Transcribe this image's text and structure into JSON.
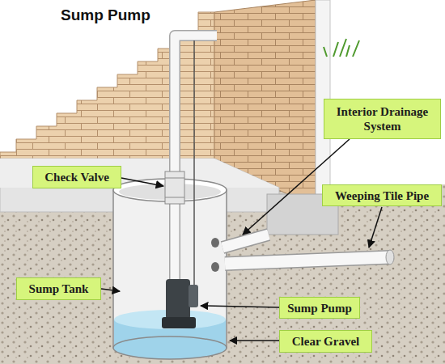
{
  "diagram": {
    "title": "Sump Pump",
    "nodes": [
      {
        "text": [
          "Interior Drainage System"
        ]
      },
      {
        "text": [
          "Check Valve"
        ]
      },
      {
        "text": [
          "Weeping Tile Pipe"
        ]
      },
      {
        "text": [
          "Sump Tank"
        ]
      },
      {
        "text": [
          "Sump Pump"
        ]
      },
      {
        "text": [
          "Clear Gravel"
        ]
      }
    ]
  }
}
